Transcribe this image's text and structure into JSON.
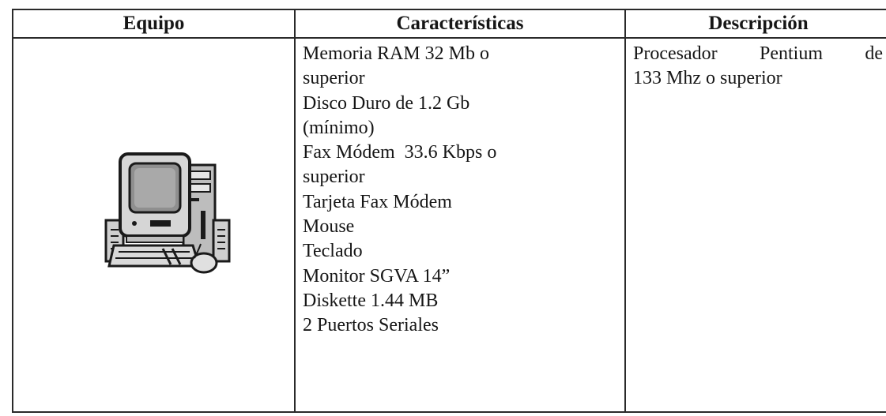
{
  "table": {
    "headers": {
      "equipo": "Equipo",
      "caracteristicas": "Características",
      "descripcion": "Descripción"
    },
    "equipo_image": "computer-icon",
    "caracteristicas": [
      "Memoria RAM 32 Mb o",
      "superior",
      "Disco Duro de 1.2 Gb",
      "(mínimo)",
      "Fax Módem  33.6 Kbps o",
      "superior",
      "Tarjeta Fax Módem",
      "Mouse",
      "Teclado",
      "Monitor SGVA 14”",
      "Diskette 1.44 MB",
      "2 Puertos Seriales"
    ],
    "descripcion": {
      "line1_words": [
        "Procesador",
        "Pentium",
        "de"
      ],
      "line2": "133 Mhz o superior"
    }
  }
}
